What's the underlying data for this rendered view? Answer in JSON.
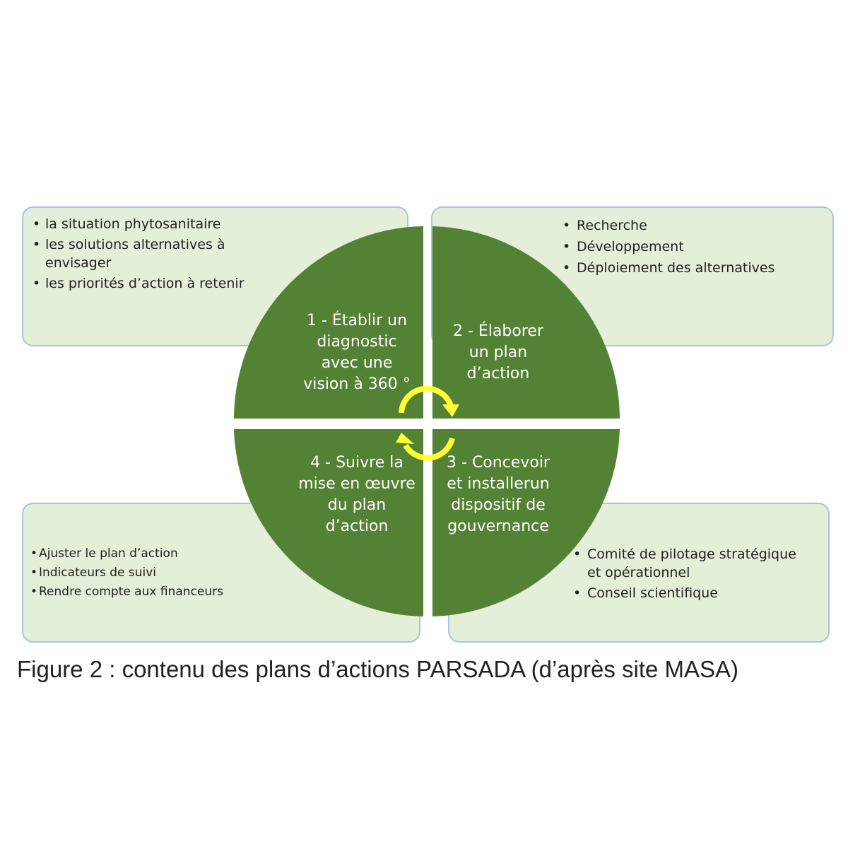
{
  "quadrants": {
    "q1": {
      "title": "1 - Établir un diagnostic avec une vision à 360 °",
      "items": [
        "la situation phytosanitaire",
        "les solutions alternatives à envisager",
        "les priorités d’action à retenir"
      ]
    },
    "q2": {
      "title": "2 - Élaborer un plan d’action",
      "items": [
        "Recherche",
        "Développement",
        "Déploiement des alternatives"
      ]
    },
    "q3": {
      "title": "3 - Concevoir et installerun dispositif de gouvernance",
      "items": [
        "Comité de pilotage stratégique et opérationnel",
        "Conseil scientifique"
      ]
    },
    "q4": {
      "title": "4 - Suivre la mise en œuvre du plan d’action",
      "items": [
        "Ajuster le plan d’action",
        "Indicateurs de suivi",
        "Rendre compte aux financeurs"
      ]
    }
  },
  "caption": "Figure 2 : contenu des plans d’actions PARSADA (d’après site MASA)",
  "colors": {
    "quadrant_fill": "#548235",
    "box_fill": "#e4efda",
    "box_border": "#a9c4dc",
    "arrow": "#ffff33"
  }
}
